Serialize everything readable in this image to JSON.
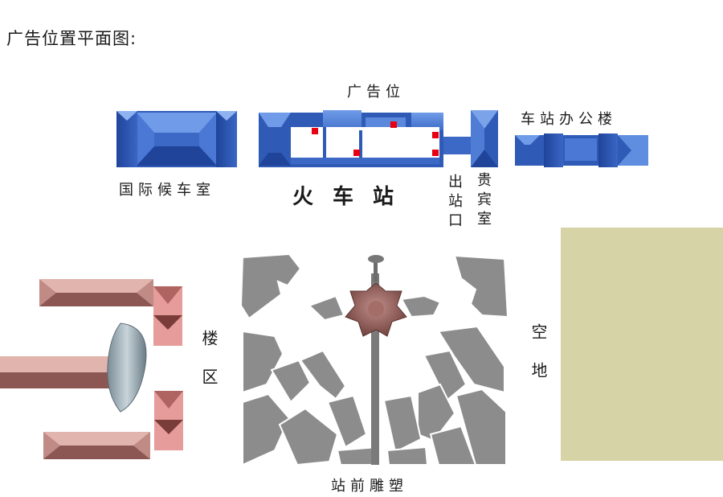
{
  "title": "广告位置平面图:",
  "labels": {
    "ad_position": "广告位",
    "international_waiting_room": "国际候车室",
    "train_station": "火车站",
    "exit": "出站口",
    "vip_room": "贵宾室",
    "station_office": "车站办公楼",
    "building_area": "楼区",
    "open_space": "空地",
    "station_sculpture": "站前雕塑"
  },
  "colors": {
    "building_blue": "#2f5bb7",
    "building_blue_light": "#5f8de0",
    "ad_marker_red": "#e60012",
    "residential_pink": "#c98f8a",
    "plaza_gray": "#8c8c8c",
    "sculpture_brown": "#8e5b57",
    "open_space_khaki": "#d6d3a6"
  }
}
